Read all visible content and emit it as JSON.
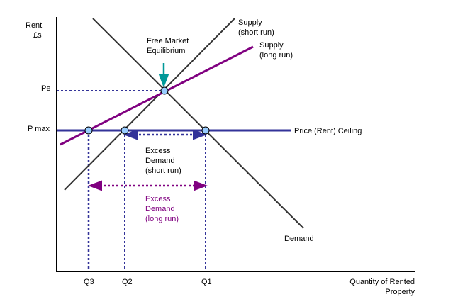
{
  "axes": {
    "y_label_line1": "Rent",
    "y_label_line2": "£s",
    "x_label_line1": "Quantity of Rented",
    "x_label_line2": "Property"
  },
  "price_labels": {
    "pe": "Pe",
    "pmax": "P max"
  },
  "quantity_labels": {
    "q3": "Q3",
    "q2": "Q2",
    "q1": "Q1"
  },
  "curves": {
    "supply_sr_line1": "Supply",
    "supply_sr_line2": "(short run)",
    "supply_lr_line1": "Supply",
    "supply_lr_line2": "(long run)",
    "demand": "Demand",
    "ceiling": "Price (Rent) Ceiling"
  },
  "annotations": {
    "equilibrium_line1": "Free Market",
    "equilibrium_line2": "Equilibrium",
    "excess_sr_line1": "Excess",
    "excess_sr_line2": "Demand",
    "excess_sr_line3": "(short run)",
    "excess_lr_line1": "Excess",
    "excess_lr_line2": "Demand",
    "excess_lr_line3": "(long run)"
  },
  "colors": {
    "axis": "#000000",
    "curve": "#333333",
    "long_run": "#800080",
    "ceiling": "#333399",
    "point": "#99ccff",
    "arrow": "#009999"
  }
}
